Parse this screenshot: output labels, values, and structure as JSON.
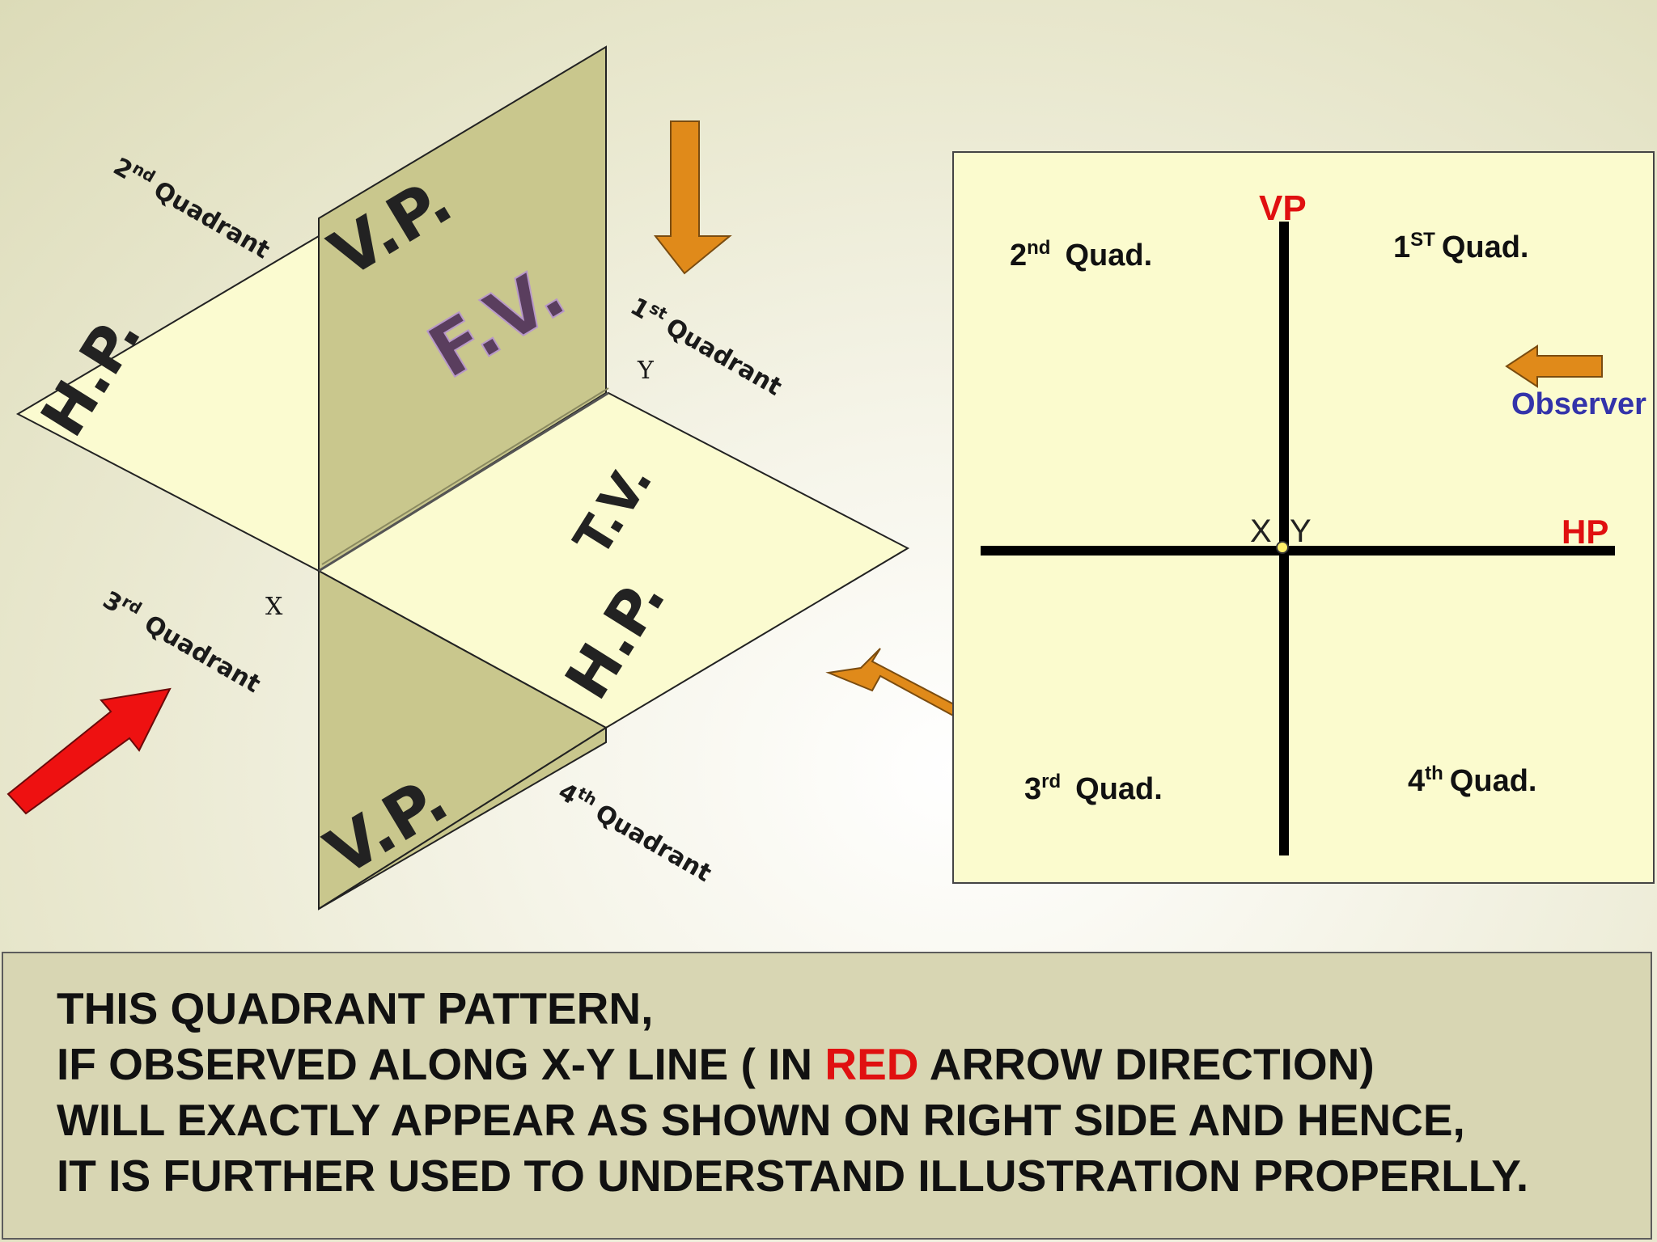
{
  "left_diagram": {
    "planes": {
      "vp_upper_label": "V.P.",
      "fv_label": "F.V.",
      "hp_back_label": "H.P.",
      "tv_label": "T.V.",
      "hp_front_label": "H.P.",
      "vp_lower_label": "V.P."
    },
    "quadrants": {
      "q2": {
        "num": "2",
        "sup": "nd",
        "word": "Quadrant"
      },
      "q1": {
        "num": "1",
        "sup": "st",
        "word": "Quadrant"
      },
      "q3": {
        "num": "3",
        "sup": "rd",
        "word": "Quadrant"
      },
      "q4": {
        "num": "4",
        "sup": "th",
        "word": "Quadrant"
      }
    },
    "y_label": "Y",
    "x_label": "X"
  },
  "right_diagram": {
    "vp_label": "VP",
    "hp_label": "HP",
    "x_label": "X",
    "y_label": "Y",
    "observer_label": "Observer",
    "quadrants": {
      "q2": {
        "num": "2",
        "sup": "nd",
        "word": "Quad."
      },
      "q1": {
        "num": "1",
        "sup": "ST",
        "word": "Quad."
      },
      "q3": {
        "num": "3",
        "sup": "rd",
        "word": "Quad."
      },
      "q4": {
        "num": "4",
        "sup": "th",
        "word": "Quad."
      }
    }
  },
  "note": {
    "line1": "THIS QUADRANT PATTERN,",
    "line2_before": "IF OBSERVED ALONG X-Y LINE ( IN ",
    "line2_red": "RED",
    "line2_after": " ARROW DIRECTION)",
    "line3": "WILL EXACTLY APPEAR AS SHOWN ON RIGHT SIDE AND HENCE,",
    "line4": "IT IS FURTHER USED TO UNDERSTAND ILLUSTRATION PROPERLLY."
  },
  "colors": {
    "vp_plane": "#c9c78d",
    "hp_plane": "#fbfbd0",
    "panel_bg": "#fbfbce",
    "orange_arrow": "#e08a1a",
    "red_arrow": "#ee1111",
    "red_text": "#e01010",
    "observer_text": "#3333aa"
  }
}
